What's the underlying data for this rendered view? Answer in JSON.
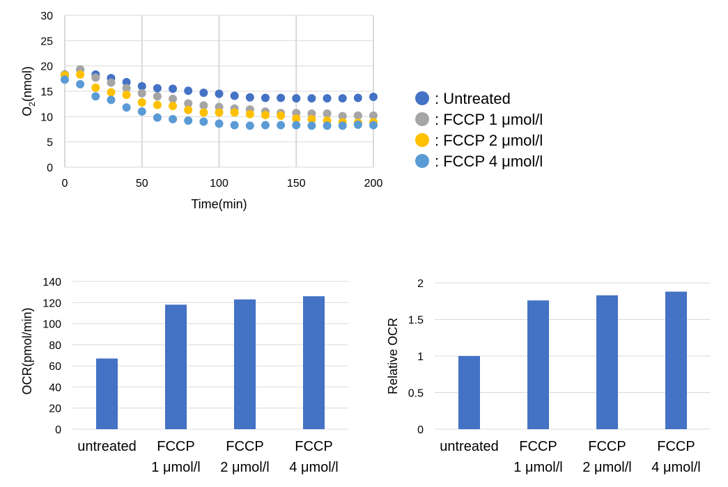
{
  "scatter": {
    "chart_data": {
      "type": "scatter",
      "xlabel": "Time(min)",
      "ylabel_main": "O",
      "ylabel_sub": "2",
      "ylabel_rest": "(nmol)",
      "xlim": [
        0,
        200
      ],
      "ylim": [
        0,
        30
      ],
      "x_ticks": [
        "0",
        "50",
        "100",
        "150",
        "200"
      ],
      "y_ticks": [
        "0",
        "5",
        "10",
        "15",
        "20",
        "25",
        "30"
      ],
      "x": [
        0,
        10,
        20,
        30,
        40,
        50,
        60,
        70,
        80,
        90,
        100,
        110,
        120,
        130,
        140,
        150,
        160,
        170,
        180,
        190,
        200
      ],
      "grid": true,
      "legend_position": "right",
      "series": [
        {
          "name": ": Untreated",
          "color": "#4472c4",
          "values": [
            18.3,
            19.3,
            18.3,
            17.6,
            16.8,
            16.0,
            15.6,
            15.5,
            15.1,
            14.7,
            14.5,
            14.1,
            13.8,
            13.7,
            13.7,
            13.6,
            13.6,
            13.6,
            13.6,
            13.7,
            13.9
          ]
        },
        {
          "name": ": FCCP 1 μmol/l",
          "color": "#a5a5a5",
          "values": [
            18.2,
            19.3,
            17.7,
            16.7,
            15.6,
            14.6,
            14.0,
            13.5,
            12.6,
            12.2,
            11.9,
            11.6,
            11.4,
            11.0,
            10.7,
            10.7,
            10.6,
            10.6,
            10.1,
            10.2,
            10.2
          ]
        },
        {
          "name": ": FCCP 2 μmol/l",
          "color": "#ffc000",
          "values": [
            18.2,
            18.3,
            15.7,
            14.8,
            14.3,
            12.8,
            12.3,
            12.1,
            11.3,
            10.8,
            10.8,
            10.8,
            10.5,
            10.3,
            10.2,
            9.6,
            9.5,
            9.2,
            8.9,
            8.8,
            8.9
          ]
        },
        {
          "name": ": FCCP 4 μmol/l",
          "color": "#5b9bd5",
          "values": [
            17.3,
            16.4,
            14.0,
            13.3,
            11.8,
            11.0,
            9.8,
            9.5,
            9.2,
            9.0,
            8.6,
            8.3,
            8.2,
            8.3,
            8.3,
            8.3,
            8.2,
            8.2,
            8.2,
            8.4,
            8.3
          ]
        }
      ]
    }
  },
  "bar_ocr": {
    "chart_data": {
      "type": "bar",
      "ylabel": "OCR(pmol/min)",
      "ylim": [
        0,
        140
      ],
      "y_ticks": [
        "0",
        "20",
        "40",
        "60",
        "80",
        "100",
        "120",
        "140"
      ],
      "categories": [
        [
          "untreated"
        ],
        [
          "FCCP",
          "1 μmol/l"
        ],
        [
          "FCCP",
          "2 μmol/l"
        ],
        [
          "FCCP",
          "4 μmol/l"
        ]
      ],
      "values": [
        67,
        118,
        123,
        126
      ],
      "bar_color": "#4472c4",
      "grid": true
    }
  },
  "bar_relative": {
    "chart_data": {
      "type": "bar",
      "ylabel": "Relative OCR",
      "ylim": [
        0,
        2
      ],
      "y_ticks": [
        "0",
        "0.5",
        "1",
        "1.5",
        "2"
      ],
      "categories": [
        [
          "untreated"
        ],
        [
          "FCCP",
          "1 μmol/l"
        ],
        [
          "FCCP",
          "2 μmol/l"
        ],
        [
          "FCCP",
          "4 μmol/l"
        ]
      ],
      "values": [
        1.0,
        1.76,
        1.83,
        1.88
      ],
      "bar_color": "#4472c4",
      "grid": true
    }
  }
}
